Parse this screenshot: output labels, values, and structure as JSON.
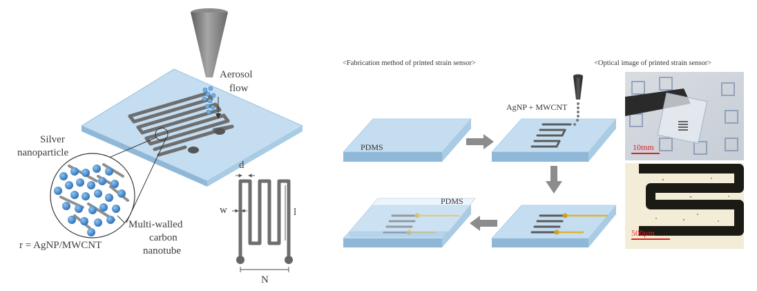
{
  "left_panel": {
    "aerosol_line1": "Aerosol",
    "aerosol_line2": "flow",
    "silver_line1": "Silver",
    "silver_line2": "nanoparticle",
    "mwcnt_line1": "Multi-walled",
    "mwcnt_line2": "carbon",
    "mwcnt_line3": "nanotube",
    "ratio_label": "r = AgNP/MWCNT",
    "dim_d": "d",
    "dim_w": "w",
    "dim_l": "l",
    "dim_N": "N"
  },
  "right_panel": {
    "fab_header": "<Fabrication method of printed strain sensor>",
    "optical_header": "<Optical image of printed strain sensor>",
    "substrate_label": "PDMS",
    "ink_label": "AgNP + MWCNT",
    "encap_label": "PDMS",
    "scale_top": "10mm",
    "scale_bottom": "500μm"
  },
  "colors": {
    "substrate_top": "#c4ddf0",
    "substrate_side": "#8fb8d8",
    "trace": "#6b6b6b",
    "particle": "#3c7fc4",
    "arrow": "#8c8c8c",
    "gold_electrode": "#e0b330",
    "scale_bar": "#e02020"
  }
}
